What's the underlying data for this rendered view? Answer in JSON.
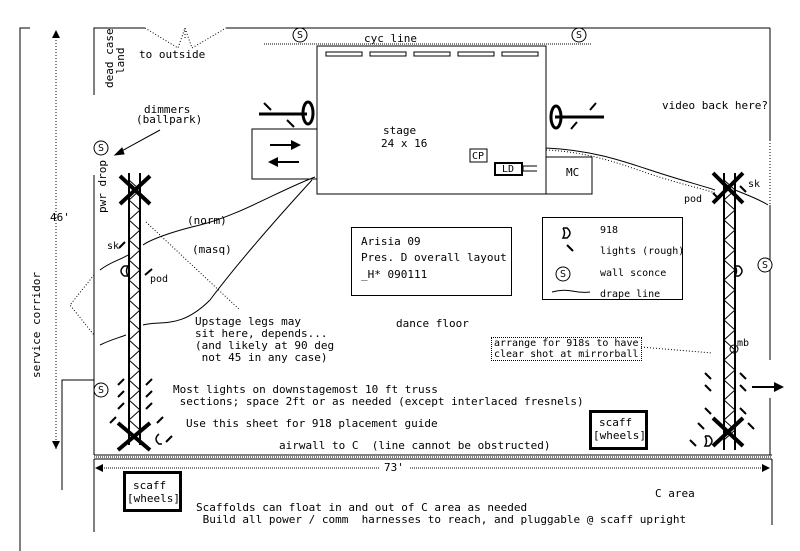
{
  "title_block": {
    "line1": "Arisia 09",
    "line2": "Pres. D overall layout",
    "line3": "_H* 090111"
  },
  "legend": {
    "items": [
      {
        "icon": "918-light-icon",
        "label": "918"
      },
      {
        "icon": "light-fixture-icon",
        "label": "lights (rough)"
      },
      {
        "icon": "wall-sconce-icon",
        "label": "wall sconce"
      },
      {
        "icon": "drape-line-icon",
        "label": "drape line"
      }
    ]
  },
  "labels": {
    "to_outside": "to outside",
    "dead_case_land_1": "dead case",
    "dead_case_land_2": "land",
    "dimmers_1": "dimmers",
    "dimmers_2": "(ballpark)",
    "cyc_line": "cyc line",
    "stage_1": "stage",
    "stage_2": "24 x 16",
    "cp": "CP",
    "ld": "LD",
    "mc": "MC",
    "video": "video back here?",
    "pwr_drop": "pwr drop",
    "dimension_46": "46'",
    "norm": "(norm)",
    "masq": "(masq)",
    "sk_left": "sk",
    "pod_left": "pod",
    "sk_right": "sk",
    "pod_right": "pod",
    "mb": "mb",
    "service_corridor": "service corridor",
    "upstage_legs": "Upstage legs may\nsit here, depends...\n(and likely at 90 deg\n not 45 in any case)",
    "dance_floor": "dance floor",
    "mirrorball_note": "arrange for 918s to have\nclear shot at mirrorball",
    "most_lights": "Most lights on downstagemost 10 ft truss\n sections; space 2ft or as needed (except interlaced fresnels)",
    "use_sheet": "Use this sheet for 918 placement guide",
    "airwall": "airwall to C  (line cannot be obstructed)",
    "dimension_73": "73'",
    "scaff_1": "scaff",
    "scaff_2": "[wheels]",
    "scaffolds_note": "Scaffolds can float in and out of C area as needed\n Build all power / comm  harnesses to reach, and pluggable @ scaff upright",
    "c_area": "C area",
    "sconce": "S"
  }
}
